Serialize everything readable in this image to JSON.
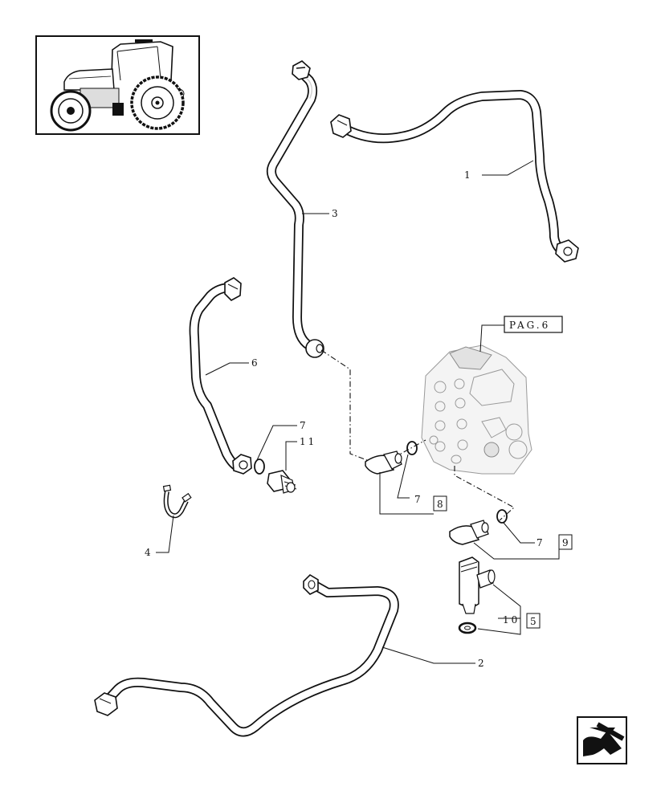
{
  "callouts": {
    "c1": "1",
    "c2": "2",
    "c3": "3",
    "c4": "4",
    "c6": "6",
    "c7a": "7",
    "c11": "11",
    "c7b": "7",
    "c7c": "7",
    "c10": "10"
  },
  "boxed": {
    "b8": "8",
    "b9": "9",
    "b5": "5"
  },
  "pag_ref": "PAG.6"
}
